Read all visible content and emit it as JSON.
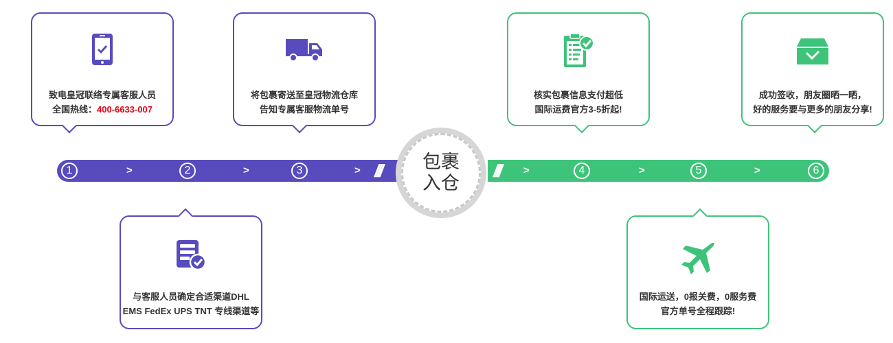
{
  "center": {
    "line1": "包裹",
    "line2": "入仓"
  },
  "colors": {
    "purple": "#574bbd",
    "green": "#3ec37a",
    "highlight": "#e60012"
  },
  "steps": [
    "1",
    "2",
    "3",
    "4",
    "5",
    "6"
  ],
  "arrow": ">",
  "slashes": "///",
  "cards": [
    {
      "icon": "phone-check-icon",
      "line1": "致电皇冠联络专属客服人员",
      "line2_label": "全国热线：",
      "line2_value": "400-6633-007"
    },
    {
      "icon": "truck-icon",
      "line1": "与客服人员确定合适渠道DHL",
      "line2": "EMS FedEx UPS TNT 专线渠道等"
    },
    {
      "icon": "truck-icon",
      "line1": "将包裹寄送至皇冠物流仓库",
      "line2": "告知专属客服物流单号"
    },
    {
      "icon": "clipboard-check-icon",
      "line1": "核实包裹信息支付超低",
      "line2": "国际运费官方3-5折起!"
    },
    {
      "icon": "airplane-icon",
      "line1": "国际运送，0报关费，0服务费",
      "line2": "官方单号全程跟踪!"
    },
    {
      "icon": "box-check-icon",
      "line1": "成功签收，朋友圈晒一晒，",
      "line2": "好的服务要与更多的朋友分享!"
    }
  ]
}
